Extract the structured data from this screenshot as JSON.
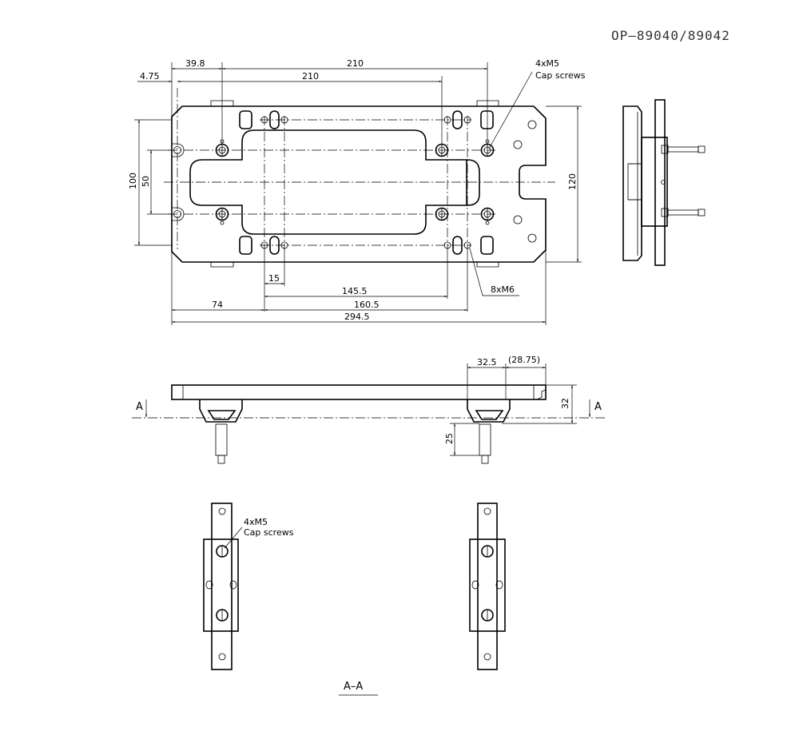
{
  "drawing": {
    "part_number": "OP–89040/89042",
    "section_label": "A–A",
    "section_marker": "A"
  },
  "top_view": {
    "dims": {
      "d_39_8": "39.8",
      "d_210_a": "210",
      "d_210_b": "210",
      "d_4_75": "4.75",
      "d_100": "100",
      "d_50": "50",
      "d_120": "120",
      "d_15": "15",
      "d_145_5": "145.5",
      "d_74": "74",
      "d_160_5": "160.5",
      "d_294_5": "294.5"
    },
    "callout_cap_screws_qty": "4xM5",
    "callout_cap_screws_label": "Cap screws",
    "callout_m6": "8xM6"
  },
  "front_view": {
    "dims": {
      "d_32_5": "32.5",
      "d_28_75": "(28.75)",
      "d_32": "32",
      "d_25": "25"
    }
  },
  "section_view": {
    "callout_cap_screws_qty": "4xM5",
    "callout_cap_screws_label": "Cap screws"
  }
}
